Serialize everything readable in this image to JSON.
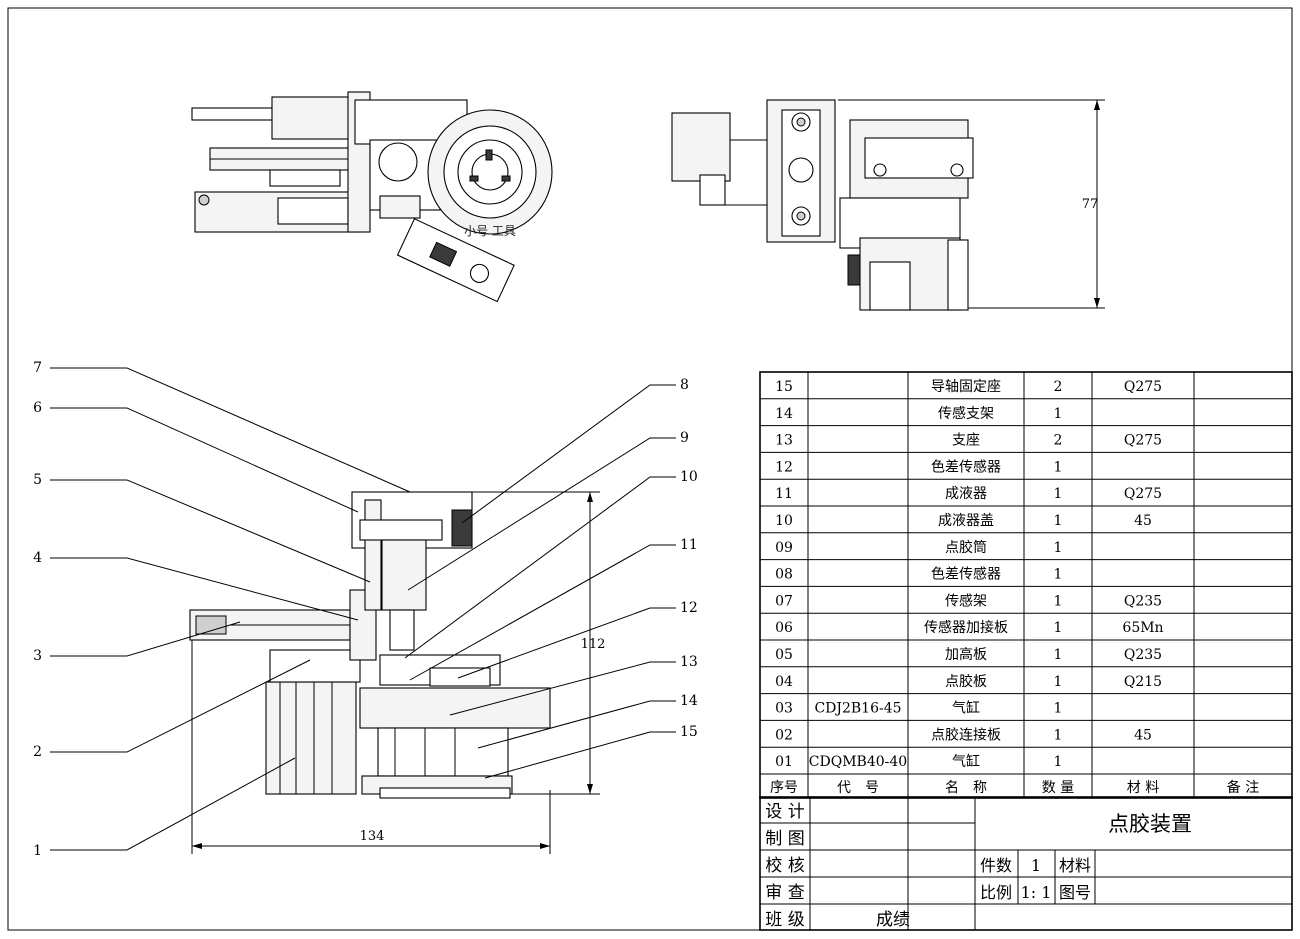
{
  "drawing": {
    "title": "点胶装置",
    "dimensions": {
      "height_right_view": "77",
      "height_front_view": "112",
      "width_front_view": "134"
    },
    "leader_labels": [
      "1",
      "2",
      "3",
      "4",
      "5",
      "6",
      "7",
      "8",
      "9",
      "10",
      "11",
      "12",
      "13",
      "14",
      "15"
    ],
    "view_stamp": "小号 工具"
  },
  "bom": {
    "rows": [
      {
        "no": "15",
        "code": "",
        "name": "导轴固定座",
        "qty": "2",
        "material": "Q275",
        "remark": ""
      },
      {
        "no": "14",
        "code": "",
        "name": "传感支架",
        "qty": "1",
        "material": "",
        "remark": ""
      },
      {
        "no": "13",
        "code": "",
        "name": "支座",
        "qty": "2",
        "material": "Q275",
        "remark": ""
      },
      {
        "no": "12",
        "code": "",
        "name": "色差传感器",
        "qty": "1",
        "material": "",
        "remark": ""
      },
      {
        "no": "11",
        "code": "",
        "name": "成液器",
        "qty": "1",
        "material": "Q275",
        "remark": ""
      },
      {
        "no": "10",
        "code": "",
        "name": "成液器盖",
        "qty": "1",
        "material": "45",
        "remark": ""
      },
      {
        "no": "09",
        "code": "",
        "name": "点胶筒",
        "qty": "1",
        "material": "",
        "remark": ""
      },
      {
        "no": "08",
        "code": "",
        "name": "色差传感器",
        "qty": "1",
        "material": "",
        "remark": ""
      },
      {
        "no": "07",
        "code": "",
        "name": "传感架",
        "qty": "1",
        "material": "Q235",
        "remark": ""
      },
      {
        "no": "06",
        "code": "",
        "name": "传感器加接板",
        "qty": "1",
        "material": "65Mn",
        "remark": ""
      },
      {
        "no": "05",
        "code": "",
        "name": "加高板",
        "qty": "1",
        "material": "Q235",
        "remark": ""
      },
      {
        "no": "04",
        "code": "",
        "name": "点胶板",
        "qty": "1",
        "material": "Q215",
        "remark": ""
      },
      {
        "no": "03",
        "code": "CDJ2B16-45",
        "name": "气缸",
        "qty": "1",
        "material": "",
        "remark": ""
      },
      {
        "no": "02",
        "code": "",
        "name": "点胶连接板",
        "qty": "1",
        "material": "45",
        "remark": ""
      },
      {
        "no": "01",
        "code": "CDQMB40-40",
        "name": "气缸",
        "qty": "1",
        "material": "",
        "remark": ""
      }
    ],
    "header": {
      "no": "序号",
      "code": "代　号",
      "name": "名　称",
      "qty": "数 量",
      "material": "材 料",
      "remark": "备 注"
    }
  },
  "title_block": {
    "roles": [
      "设 计",
      "制 图",
      "校 核",
      "审 查",
      "班 级"
    ],
    "score_label": "成绩",
    "pieces_label": "件数",
    "pieces_value": "1",
    "material_label": "材料",
    "scale_label": "比例",
    "scale_value": "1: 1",
    "drawing_no_label": "图号"
  }
}
